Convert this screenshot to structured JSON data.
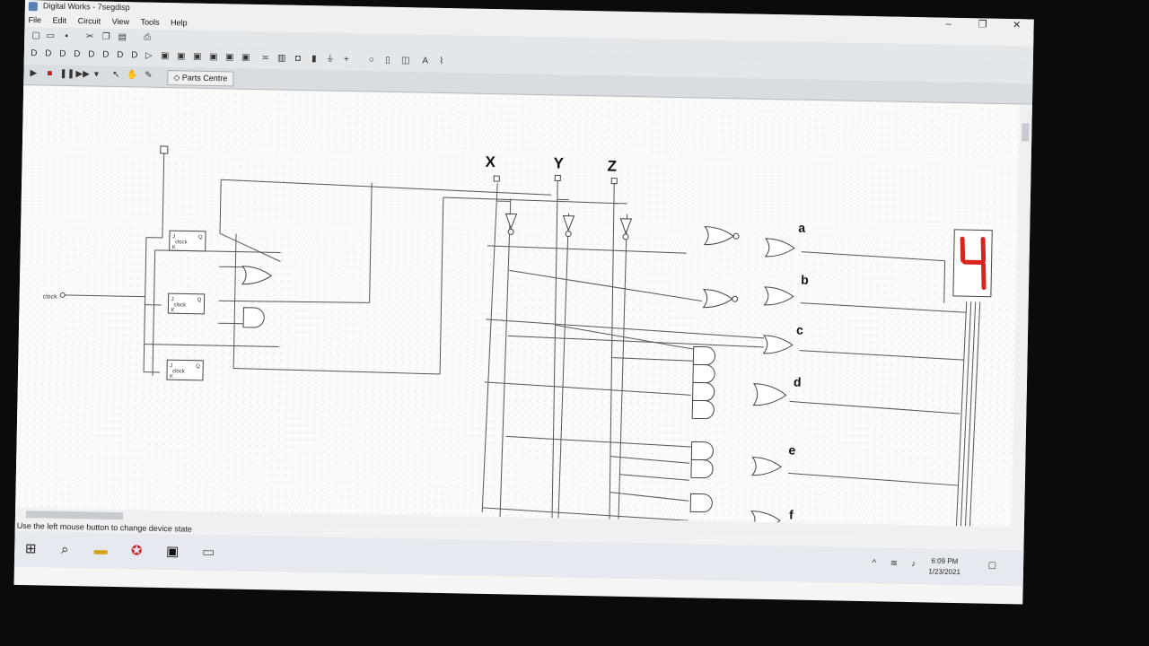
{
  "window": {
    "title": "Digital Works - 7segdisp",
    "minimize": "–",
    "maximize": "❐",
    "close": "✕"
  },
  "menu": [
    "File",
    "Edit",
    "Circuit",
    "View",
    "Tools",
    "Help"
  ],
  "toolbar": {
    "parts_centre": "Parts Centre"
  },
  "circuit": {
    "clock_label": "clock",
    "inputs": [
      "X",
      "Y",
      "Z"
    ],
    "outputs": [
      "a",
      "b",
      "c",
      "d",
      "e",
      "f"
    ],
    "flipflop": {
      "j": "J",
      "k": "K",
      "q": "Q",
      "clock": "clock"
    },
    "display_digit": "4",
    "segment_color": "#d8261f"
  },
  "status": "Use the left mouse button to change device state",
  "taskbar": {
    "time": "6:09 PM",
    "date": "1/23/2021"
  },
  "icons": [
    "windows-start-icon",
    "search-icon",
    "file-explorer-icon",
    "game-icon",
    "terminal-icon",
    "chip-icon"
  ]
}
